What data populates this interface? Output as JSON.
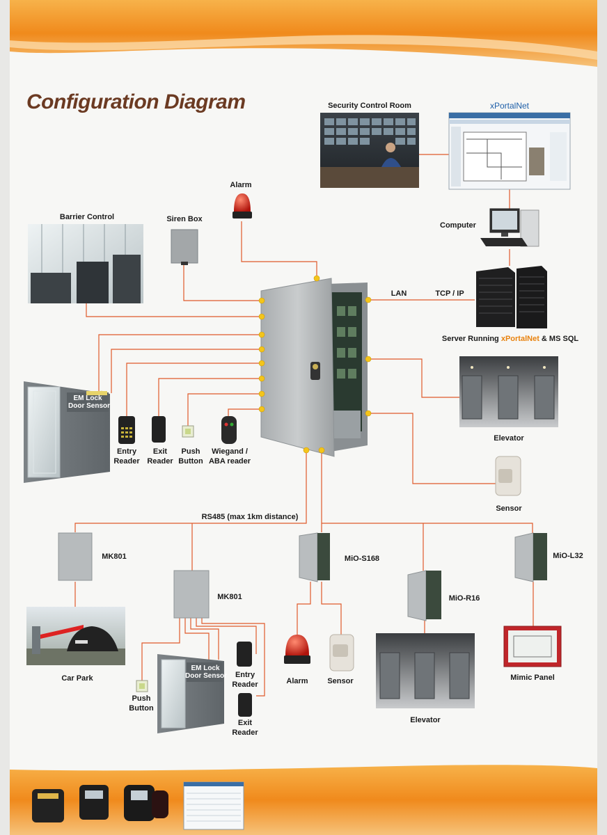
{
  "title": "Configuration Diagram",
  "labels": {
    "security_control_room": "Security Control Room",
    "xportalnet": "xPortalNet",
    "alarm_top": "Alarm",
    "barrier_control": "Barrier Control",
    "siren_box": "Siren Box",
    "computer": "Computer",
    "lan": "LAN",
    "tcp_ip": "TCP / IP",
    "server_prefix": "Server Running ",
    "server_brand": "xPortalNet",
    "server_suffix": " & MS SQL",
    "em_lock": "EM Lock",
    "door_sensor": "Door Sensor",
    "entry": "Entry",
    "reader": "Reader",
    "exit": "Exit",
    "push": "Push",
    "button": "Button",
    "wiegand": "Wiegand /",
    "aba_reader": "ABA reader",
    "elevator": "Elevator",
    "sensor": "Sensor",
    "rs485": "RS485 (max 1km distance)",
    "mk801": "MK801",
    "mio_s168": "MiO-S168",
    "mio_r16": "MiO-R16",
    "mio_l32": "MiO-L32",
    "car_park": "Car Park",
    "alarm": "Alarm",
    "mimic_panel": "Mimic Panel"
  },
  "colors": {
    "title": "#6b3a22",
    "accent_orange": "#f08a1c",
    "wire": "#e05a2a",
    "brand_blue": "#1e5fa8",
    "brand_orange": "#e8820e"
  }
}
